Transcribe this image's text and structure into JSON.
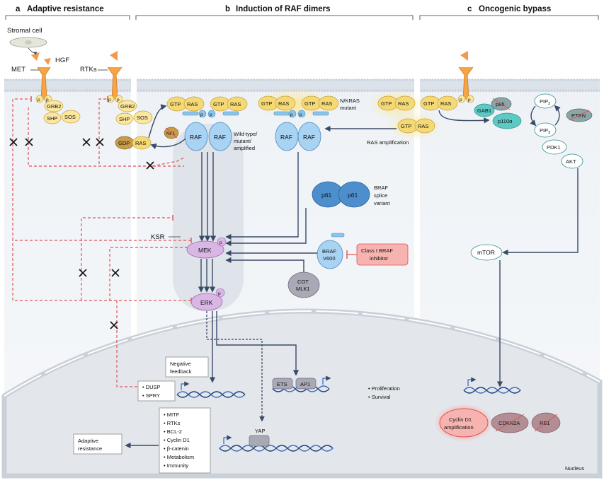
{
  "panels": {
    "a": {
      "letter": "a",
      "title": "Adaptive resistance"
    },
    "b": {
      "letter": "b",
      "title": "Induction of RAF dimers"
    },
    "c": {
      "letter": "c",
      "title": "Oncogenic bypass"
    }
  },
  "labels": {
    "stromal_cell": "Stromal cell",
    "hgf": "HGF",
    "met": "MET",
    "rtks": "RTKs",
    "wild_type": [
      "Wild-type/",
      "mutant/",
      "amplified"
    ],
    "nkras": [
      "N/KRAS",
      "mutant"
    ],
    "ras_amplification": "RAS amplification",
    "braf_splice": [
      "BRAF",
      "splice",
      "variant"
    ],
    "ksr": "KSR",
    "negative_feedback": [
      "Negative",
      "feedback"
    ],
    "adaptive_resistance_box": [
      "Adaptive",
      "resistance"
    ],
    "nucleus": "Nucleus"
  },
  "proteins": {
    "p": "p",
    "grb2": "GRB2",
    "shp": "SHP",
    "sos": "SOS",
    "gtp": "GTP",
    "gdp": "GDP",
    "ras": "RAS",
    "nf1": "NF1",
    "raf": "RAF",
    "mek": "MEK",
    "erk": "ERK",
    "p61": "p61",
    "braf_v600": [
      "BRAF",
      "V600"
    ],
    "class_i_inhibitor": [
      "Class I BRAF",
      "inhibitor"
    ],
    "cot_mlk1": [
      "COT",
      "MLK1"
    ],
    "gab1": "GAB1",
    "p85": "p85",
    "p110a": "p110α",
    "pip2": "PIP",
    "pip2_sub": "2",
    "pip3": "PIP",
    "pip3_sub": "3",
    "pten": "PTEN",
    "pdk1": "PDK1",
    "akt": "AKT",
    "mtor": "mTOR",
    "ets": "ETS",
    "ap1": "AP1",
    "yap": "YAP",
    "cyclin_d1_amp": [
      "Cyclin D1",
      "amplification"
    ],
    "cdkn2a": "CDKN2A",
    "rb1": "RB1"
  },
  "gene_lists": {
    "dusp_spry": [
      "DUSP",
      "SPRY"
    ],
    "targets": [
      "MITF",
      "RTKs",
      "BCL-2",
      "Cyclin D1",
      "β-catenin",
      "Metabolism",
      "Immunity"
    ],
    "outcomes": [
      "Proliferation",
      "Survival"
    ]
  },
  "icons": {
    "block": "x-mark-icon",
    "inhibit": "t-bar-inhibition-icon",
    "transcription": "bent-arrow-icon"
  },
  "colors": {
    "ras": "#f3d46a",
    "raf": "#8cc4ea",
    "mek_erk": "#d9b6e3",
    "pi3k": "#5cc9c4",
    "inhibitor": "#f7b3b0",
    "negative_arrow": "#e05353",
    "membrane": "#c8d2de"
  }
}
